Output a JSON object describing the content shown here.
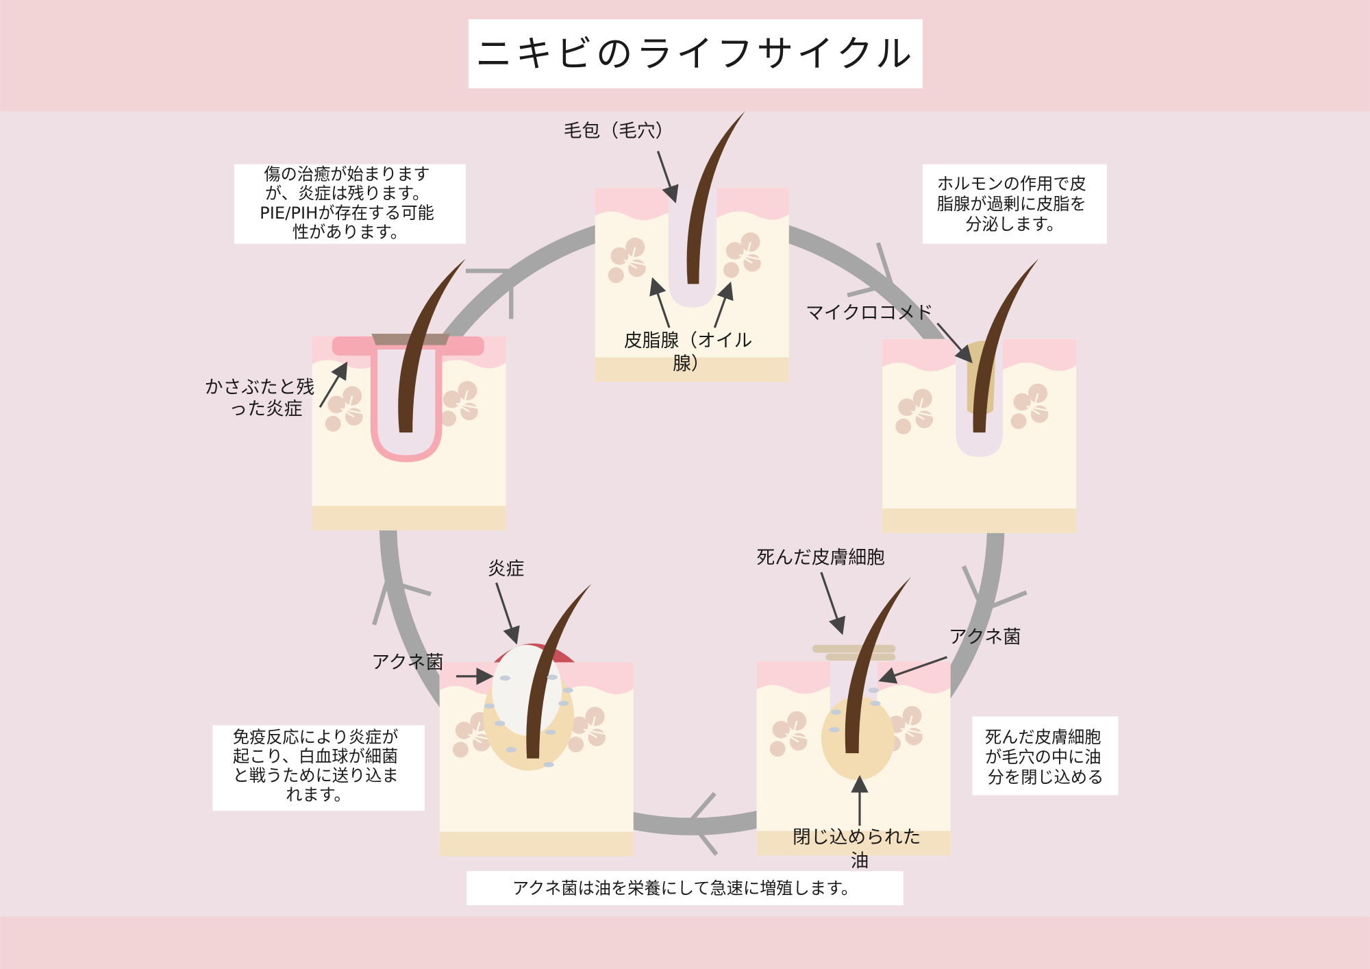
{
  "title": "ニキビのライフサイクル",
  "colors": {
    "band": "#f2d3d6",
    "background": "#eee0e5",
    "ring": "#a6a6a6",
    "hair": "#5c3a21",
    "skin_top": "#fad4d8",
    "skin_body": "#fdf6e6",
    "skin_base": "#f3e1c1"
  },
  "stage1": {
    "follicle_label": "毛包（毛穴）",
    "gland_label": [
      "皮脂腺（オイル",
      "腺）"
    ]
  },
  "stage2": {
    "description": [
      "ホルモンの作用で皮",
      "脂腺が過剰に皮脂を",
      "分泌します。"
    ],
    "microcomedo_label": "マイクロコメド"
  },
  "stage3": {
    "dead_cells_label": "死んだ皮膚細胞",
    "bacteria_label": "アクネ菌",
    "trapped_oil_label": [
      "閉じ込められた",
      "油"
    ],
    "description": [
      "死んだ皮膚細胞",
      "が毛穴の中に油",
      "分を閉じ込める"
    ]
  },
  "stage3b": {
    "description": "アクネ菌は油を栄養にして急速に増殖します。"
  },
  "stage4": {
    "inflammation_label": "炎症",
    "bacteria_label": "アクネ菌",
    "description": [
      "免疫反応により炎症が",
      "起こり、白血球が細菌",
      "と戦うために送り込ま",
      "れます。"
    ]
  },
  "stage5": {
    "scab_label": [
      "かさぶたと残",
      "った炎症"
    ],
    "description": [
      "傷の治癒が始まります",
      "が、炎症は残ります。",
      "PIE/PIHが存在する可能",
      "性があります。"
    ]
  }
}
